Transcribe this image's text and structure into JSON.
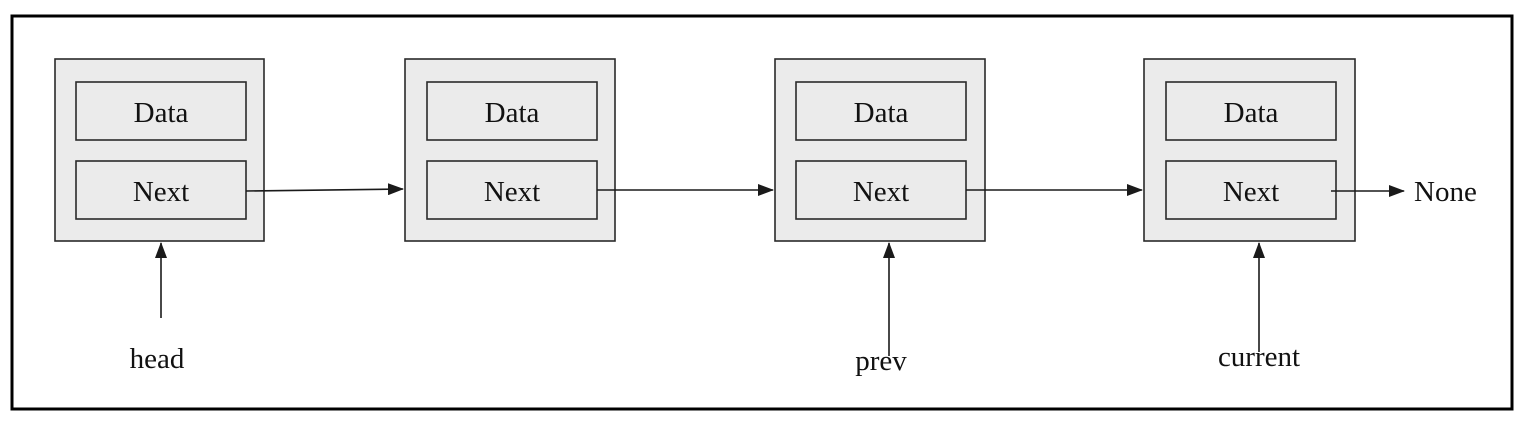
{
  "nodes": [
    {
      "data_label": "Data",
      "next_label": "Next"
    },
    {
      "data_label": "Data",
      "next_label": "Next"
    },
    {
      "data_label": "Data",
      "next_label": "Next"
    },
    {
      "data_label": "Data",
      "next_label": "Next"
    }
  ],
  "terminal_label": "None",
  "pointers": {
    "head": "head",
    "prev": "prev",
    "current": "current"
  },
  "colors": {
    "node_fill": "#ebebeb",
    "stroke": "#2a2a2a",
    "frame": "#000000",
    "background": "#ffffff"
  }
}
